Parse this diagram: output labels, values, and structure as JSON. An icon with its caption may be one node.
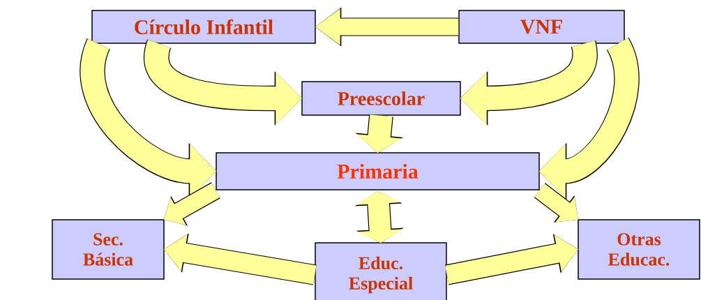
{
  "diagram": {
    "nodes": [
      {
        "text": [
          "Círculo Infantil"
        ]
      },
      {
        "text": [
          "VNF"
        ]
      },
      {
        "text": [
          "Preescolar"
        ]
      },
      {
        "text": [
          "Primaria"
        ]
      },
      {
        "text": [
          "Sec. Básica"
        ]
      },
      {
        "text": [
          "Educ. Especial"
        ]
      },
      {
        "text": [
          "Otras Educac."
        ]
      }
    ],
    "edges": [
      {
        "from": 1,
        "to": 0,
        "arrow": "to"
      },
      {
        "from": 0,
        "to": 2,
        "arrow": "to"
      },
      {
        "from": 0,
        "to": 3,
        "arrow": "to"
      },
      {
        "from": 1,
        "to": 2,
        "arrow": "to"
      },
      {
        "from": 1,
        "to": 3,
        "arrow": "to"
      },
      {
        "from": 2,
        "to": 3,
        "arrow": "to"
      },
      {
        "from": 3,
        "to": 4,
        "arrow": "to"
      },
      {
        "from": 3,
        "to": 6,
        "arrow": "to"
      },
      {
        "from": 3,
        "to": 5,
        "arrow": "both"
      },
      {
        "from": 5,
        "to": 4,
        "arrow": "to"
      },
      {
        "from": 5,
        "to": 6,
        "arrow": "to"
      }
    ]
  }
}
